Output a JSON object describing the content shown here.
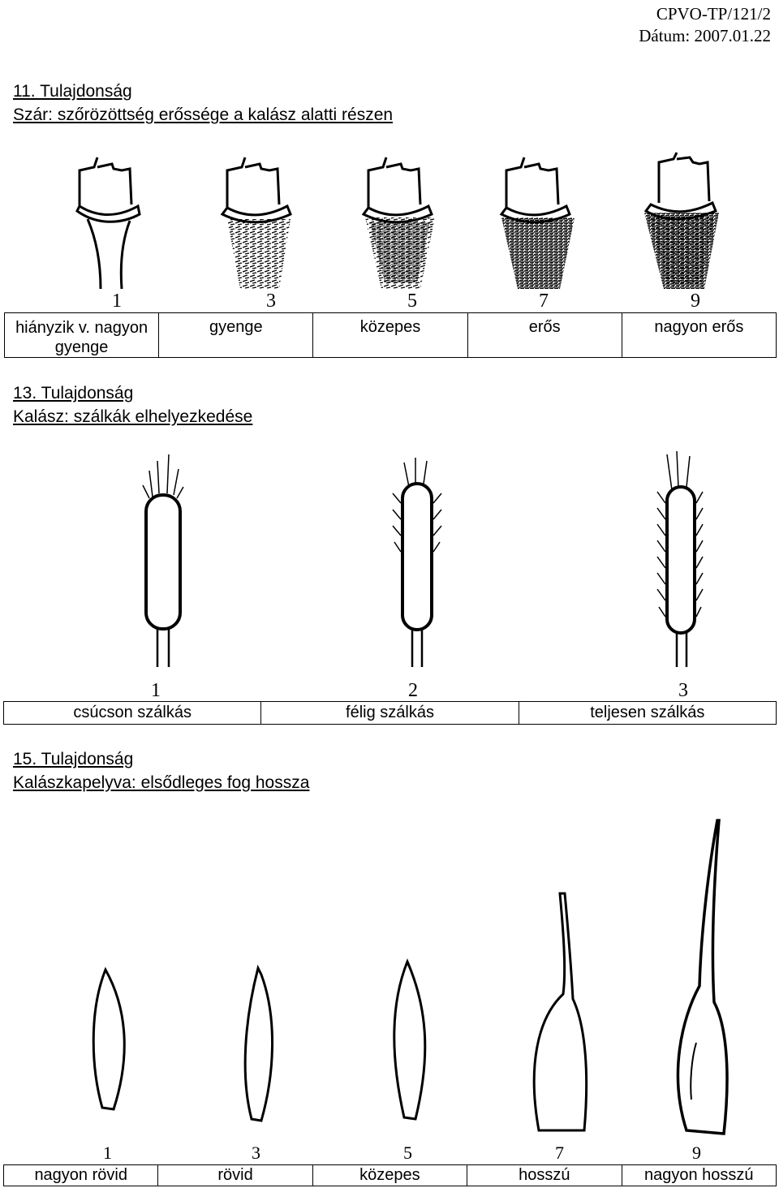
{
  "header": {
    "doc_id": "CPVO-TP/121/2",
    "date": "Dátum: 2007.01.22"
  },
  "s11": {
    "title1": "11. Tulajdonság",
    "title2": "Szár: szőrözöttség erőssége a kalász alatti részen",
    "notes": [
      "1",
      "3",
      "5",
      "7",
      "9"
    ],
    "labels": [
      "hiányzik v. nagyon gyenge",
      "gyenge",
      "közepes",
      "erős",
      "nagyon erős"
    ]
  },
  "s13": {
    "title1": "13. Tulajdonság",
    "title2": "Kalász: szálkák elhelyezkedése",
    "notes": [
      "1",
      "2",
      "3"
    ],
    "labels": [
      "csúcson szálkás",
      "félig szálkás",
      "teljesen szálkás"
    ]
  },
  "s15": {
    "title1": "15. Tulajdonság",
    "title2": "Kalászkapelyva: elsődleges fog hossza",
    "notes": [
      "1",
      "3",
      "5",
      "7",
      "9"
    ],
    "labels": [
      "nagyon rövid",
      "rövid",
      "közepes",
      "hosszú",
      "nagyon hosszú"
    ]
  }
}
